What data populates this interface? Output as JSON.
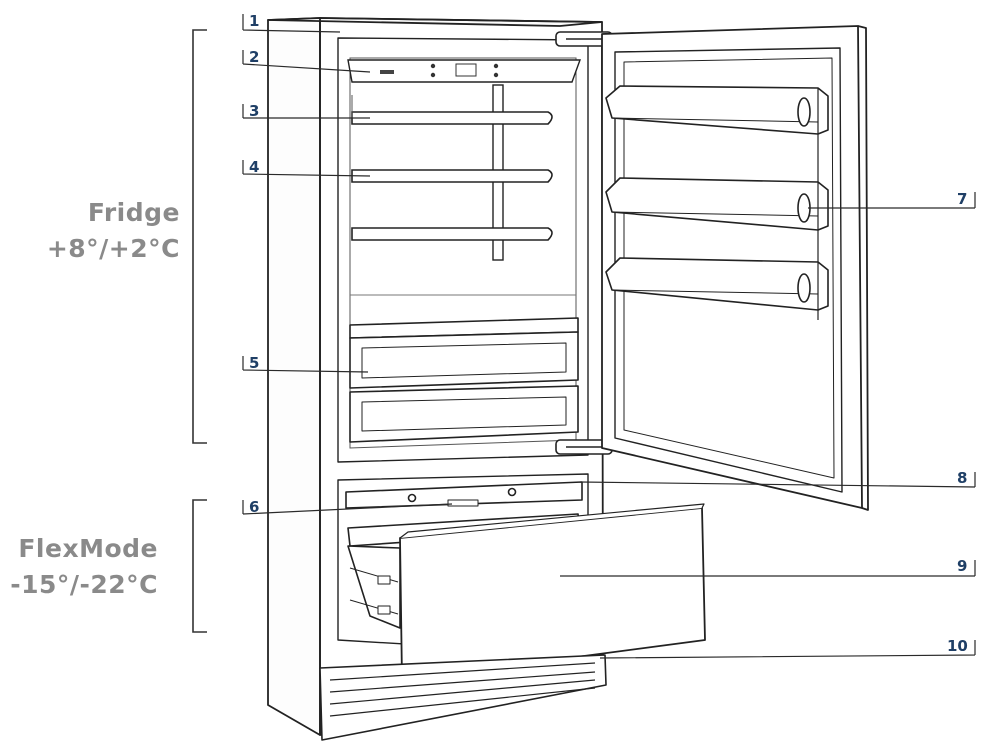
{
  "zones": {
    "fridge": {
      "name": "Fridge",
      "temperature": "+8°/+2°C"
    },
    "flexmode": {
      "name": "FlexMode",
      "temperature": "-15°/-22°C"
    }
  },
  "callouts": [
    "1",
    "2",
    "3",
    "4",
    "5",
    "6",
    "7",
    "8",
    "9",
    "10"
  ],
  "colors": {
    "line": "#222222",
    "callout_number": "#1f3f66",
    "zone_label": "#8a8a8a",
    "leader": "#2a2a2a"
  }
}
